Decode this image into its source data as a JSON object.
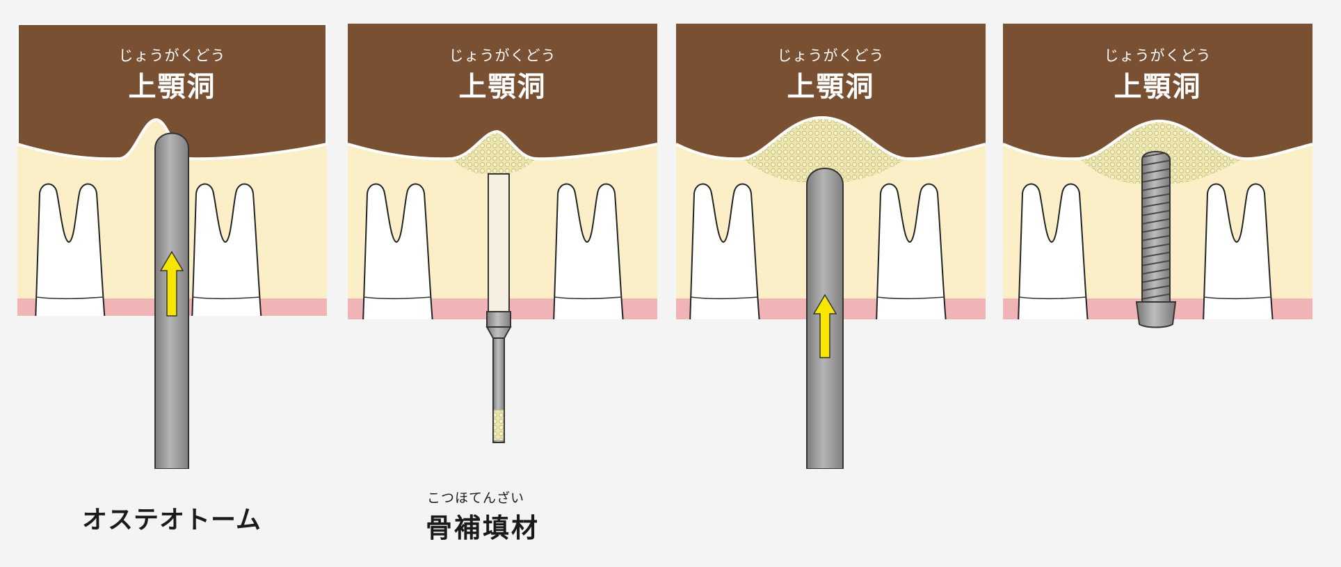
{
  "maxillary_sinus": {
    "ruby": "じょうがくどう",
    "label": "上顎洞"
  },
  "captions": {
    "osteotome": "オステオトーム",
    "bone_graft_ruby": "こつほてんざい",
    "bone_graft": "骨補填材"
  },
  "colors": {
    "sinus": "#7a5033",
    "bone": "#fbefc8",
    "gum": "#f0b3b6",
    "tooth": "#ffffff",
    "instrument": "#9c9c9c",
    "graft": "#ede7ae",
    "arrow": "#f7e600",
    "background": "#f4f4f4"
  },
  "icons": [
    "tooth-icon",
    "osteotome-icon",
    "arrow-up-icon",
    "bone-graft-granules-icon",
    "implant-icon",
    "graft-carrier-icon"
  ]
}
